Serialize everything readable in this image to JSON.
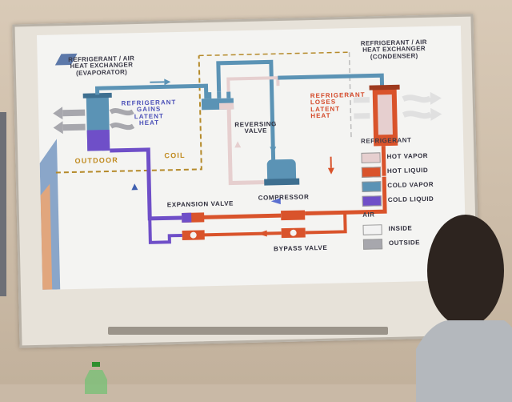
{
  "diagram": {
    "evaporator_label": "REFRIGERANT / AIR\nHEAT EXCHANGER\n(EVAPORATOR)",
    "condenser_label": "REFRIGERANT / AIR\nHEAT EXCHANGER\n(CONDENSER)",
    "gains_text": "REFRIGERANT\nGAINS\nLATENT\nHEAT",
    "loses_text": "REFRIGERANT\nLOSES\nLATENT\nHEAT",
    "reversing_valve": "REVERSING\nVALVE",
    "compressor": "COMPRESSOR",
    "outdoor": "OUTDOOR",
    "coil": "COIL",
    "expansion_valve": "EXPANSION VALVE",
    "bypass_valve": "BYPASS VALVE"
  },
  "legend": {
    "refrigerant_title": "REFRIGERANT",
    "air_title": "AIR",
    "items": [
      {
        "label": "HOT VAPOR",
        "color": "#e6cfcf"
      },
      {
        "label": "HOT LIQUID",
        "color": "#d9532b"
      },
      {
        "label": "COLD VAPOR",
        "color": "#5b93b5"
      },
      {
        "label": "COLD LIQUID",
        "color": "#6f4fc8"
      },
      {
        "label": "INSIDE",
        "color": "#f2f2f2"
      },
      {
        "label": "OUTSIDE",
        "color": "#a7a7ad"
      }
    ]
  },
  "colors": {
    "hot_vapor": "#e6cfcf",
    "hot_liquid": "#d9532b",
    "cold_vapor": "#5b93b5",
    "cold_liquid": "#6f4fc8",
    "projection_bg": "#f4f4f2"
  }
}
